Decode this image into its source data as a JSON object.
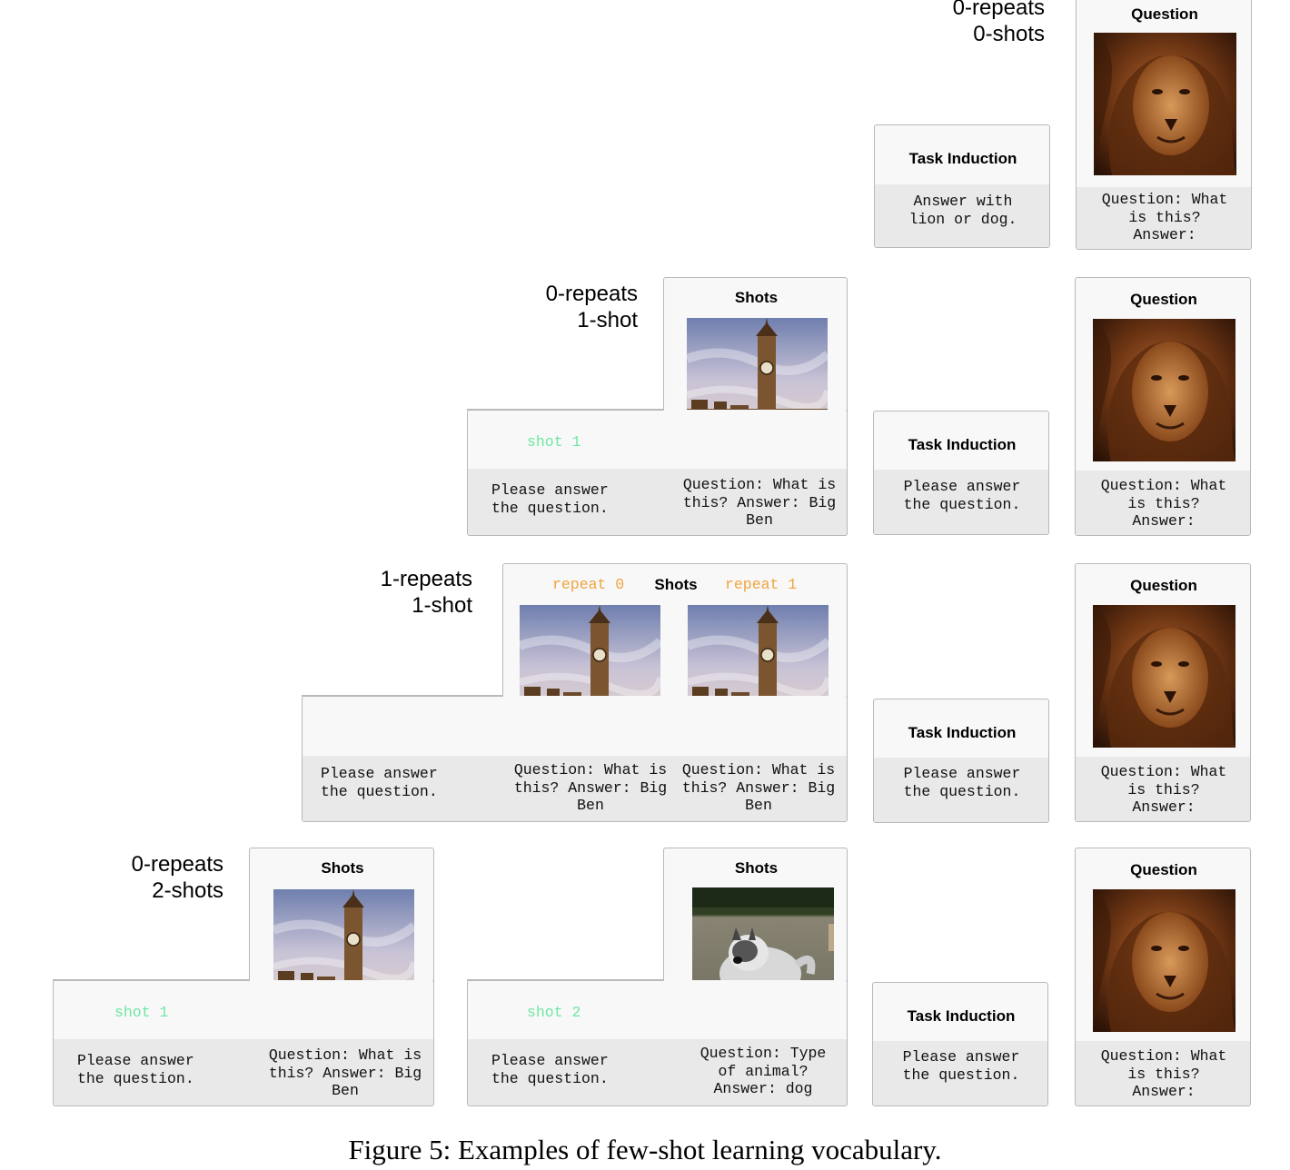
{
  "rows": [
    {
      "label": "0-repeats\n0-shots"
    },
    {
      "label": "0-repeats\n1-shot"
    },
    {
      "label": "1-repeats\n1-shot"
    },
    {
      "label": "0-repeats\n2-shots"
    }
  ],
  "headers": {
    "question": "Question",
    "task_induction": "Task Induction",
    "shots": "Shots"
  },
  "texts": {
    "task_induction_row0": "Answer with\nlion or dog.",
    "task_induction_default": "Please answer\nthe question.",
    "question_prompt": "Question: What\nis this?\nAnswer:",
    "please_answer": "Please answer\nthe question.",
    "bigben_qa": "Question: What is\nthis? Answer: Big\nBen",
    "dog_qa": "Question: Type\nof animal?\nAnswer: dog"
  },
  "tags": {
    "shot1": "shot 1",
    "shot2": "shot 2",
    "repeat0": "repeat 0",
    "repeat1": "repeat 1"
  },
  "images": {
    "lion": "lion-photo",
    "big_ben": "big-ben-photo",
    "dog": "dog-photo"
  },
  "caption": "Figure 5: Examples of few-shot learning vocabulary."
}
